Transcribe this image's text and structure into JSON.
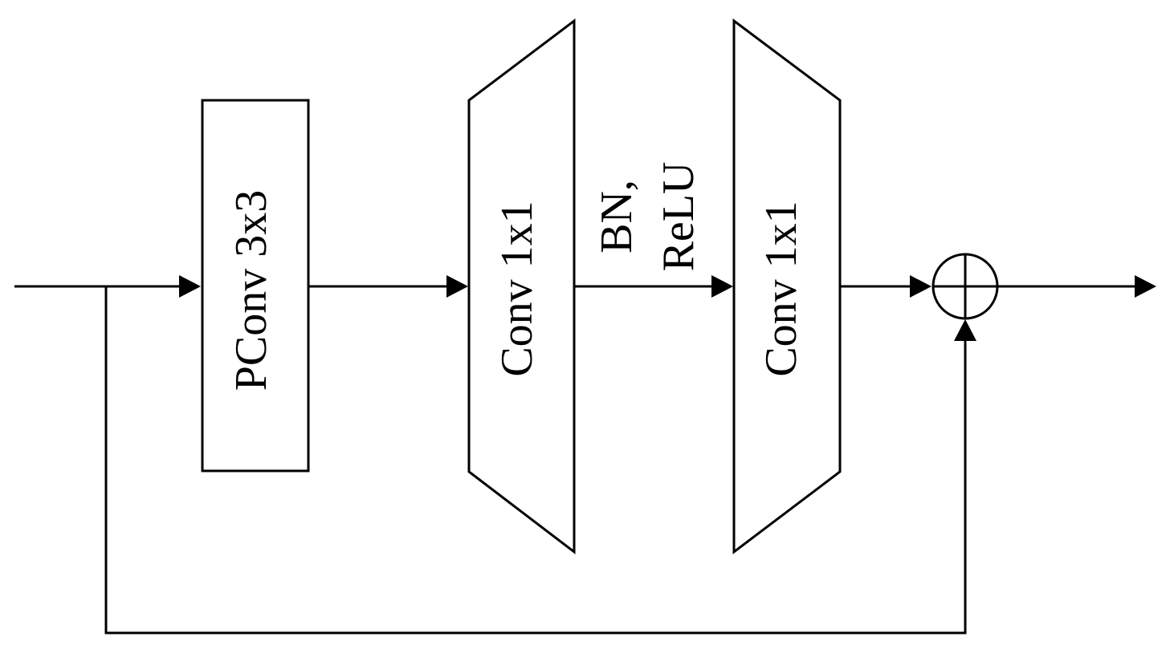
{
  "blocks": {
    "pconv": {
      "label": "PConv 3x3"
    },
    "conv1": {
      "label": "Conv 1x1"
    },
    "conv2": {
      "label": "Conv 1x1"
    }
  },
  "activation": {
    "line1": "BN,",
    "line2": "ReLU"
  },
  "colors": {
    "stroke": "#000000",
    "background": "#ffffff"
  },
  "icons": {
    "sum_node": "circle-plus-icon"
  }
}
